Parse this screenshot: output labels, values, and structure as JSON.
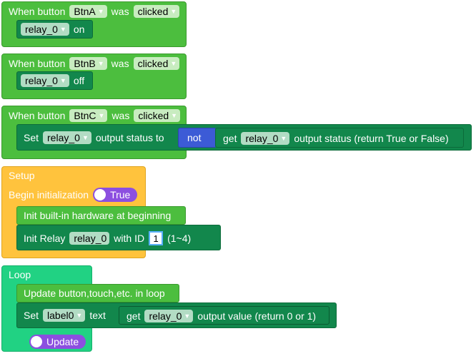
{
  "blocks": {
    "event_a": {
      "prefix": "When button",
      "button": "BtnA",
      "mid": "was",
      "action": "clicked",
      "relay": "relay_0",
      "state": "on"
    },
    "event_b": {
      "prefix": "When button",
      "button": "BtnB",
      "mid": "was",
      "action": "clicked",
      "relay": "relay_0",
      "state": "off"
    },
    "event_c": {
      "prefix": "When button",
      "button": "BtnC",
      "mid": "was",
      "action": "clicked",
      "set_label": "Set",
      "relay": "relay_0",
      "output_label": "output status to",
      "not_label": "not",
      "get_label": "get",
      "get_relay": "relay_0",
      "get_suffix": "output status (return True or False)"
    },
    "setup": {
      "title": "Setup",
      "begin_label": "Begin initialization",
      "begin_toggle": "True",
      "init_hw": "Init built-in hardware at beginning",
      "init_relay_label": "Init Relay",
      "init_relay_name": "relay_0",
      "with_id_label": "with ID",
      "id_value": "1",
      "id_range": "(1~4)"
    },
    "loop": {
      "title": "Loop",
      "update_label": "Update button,touch,etc. in loop",
      "set_label": "Set",
      "label_name": "label0",
      "text_label": "text",
      "get_label": "get",
      "get_relay": "relay_0",
      "get_suffix": "output value (return 0 or 1)",
      "update_toggle": "Update"
    }
  },
  "icons": {
    "dropdown": "triangle-down-icon"
  },
  "colors": {
    "event_hat": "#4cbe3e",
    "relay_block": "#12874c",
    "not_block": "#3c5bd6",
    "setup": "#ffc33d",
    "loop": "#21d283",
    "toggle": "#8c4fe0",
    "dropdown_field": "#c8ecc0"
  }
}
